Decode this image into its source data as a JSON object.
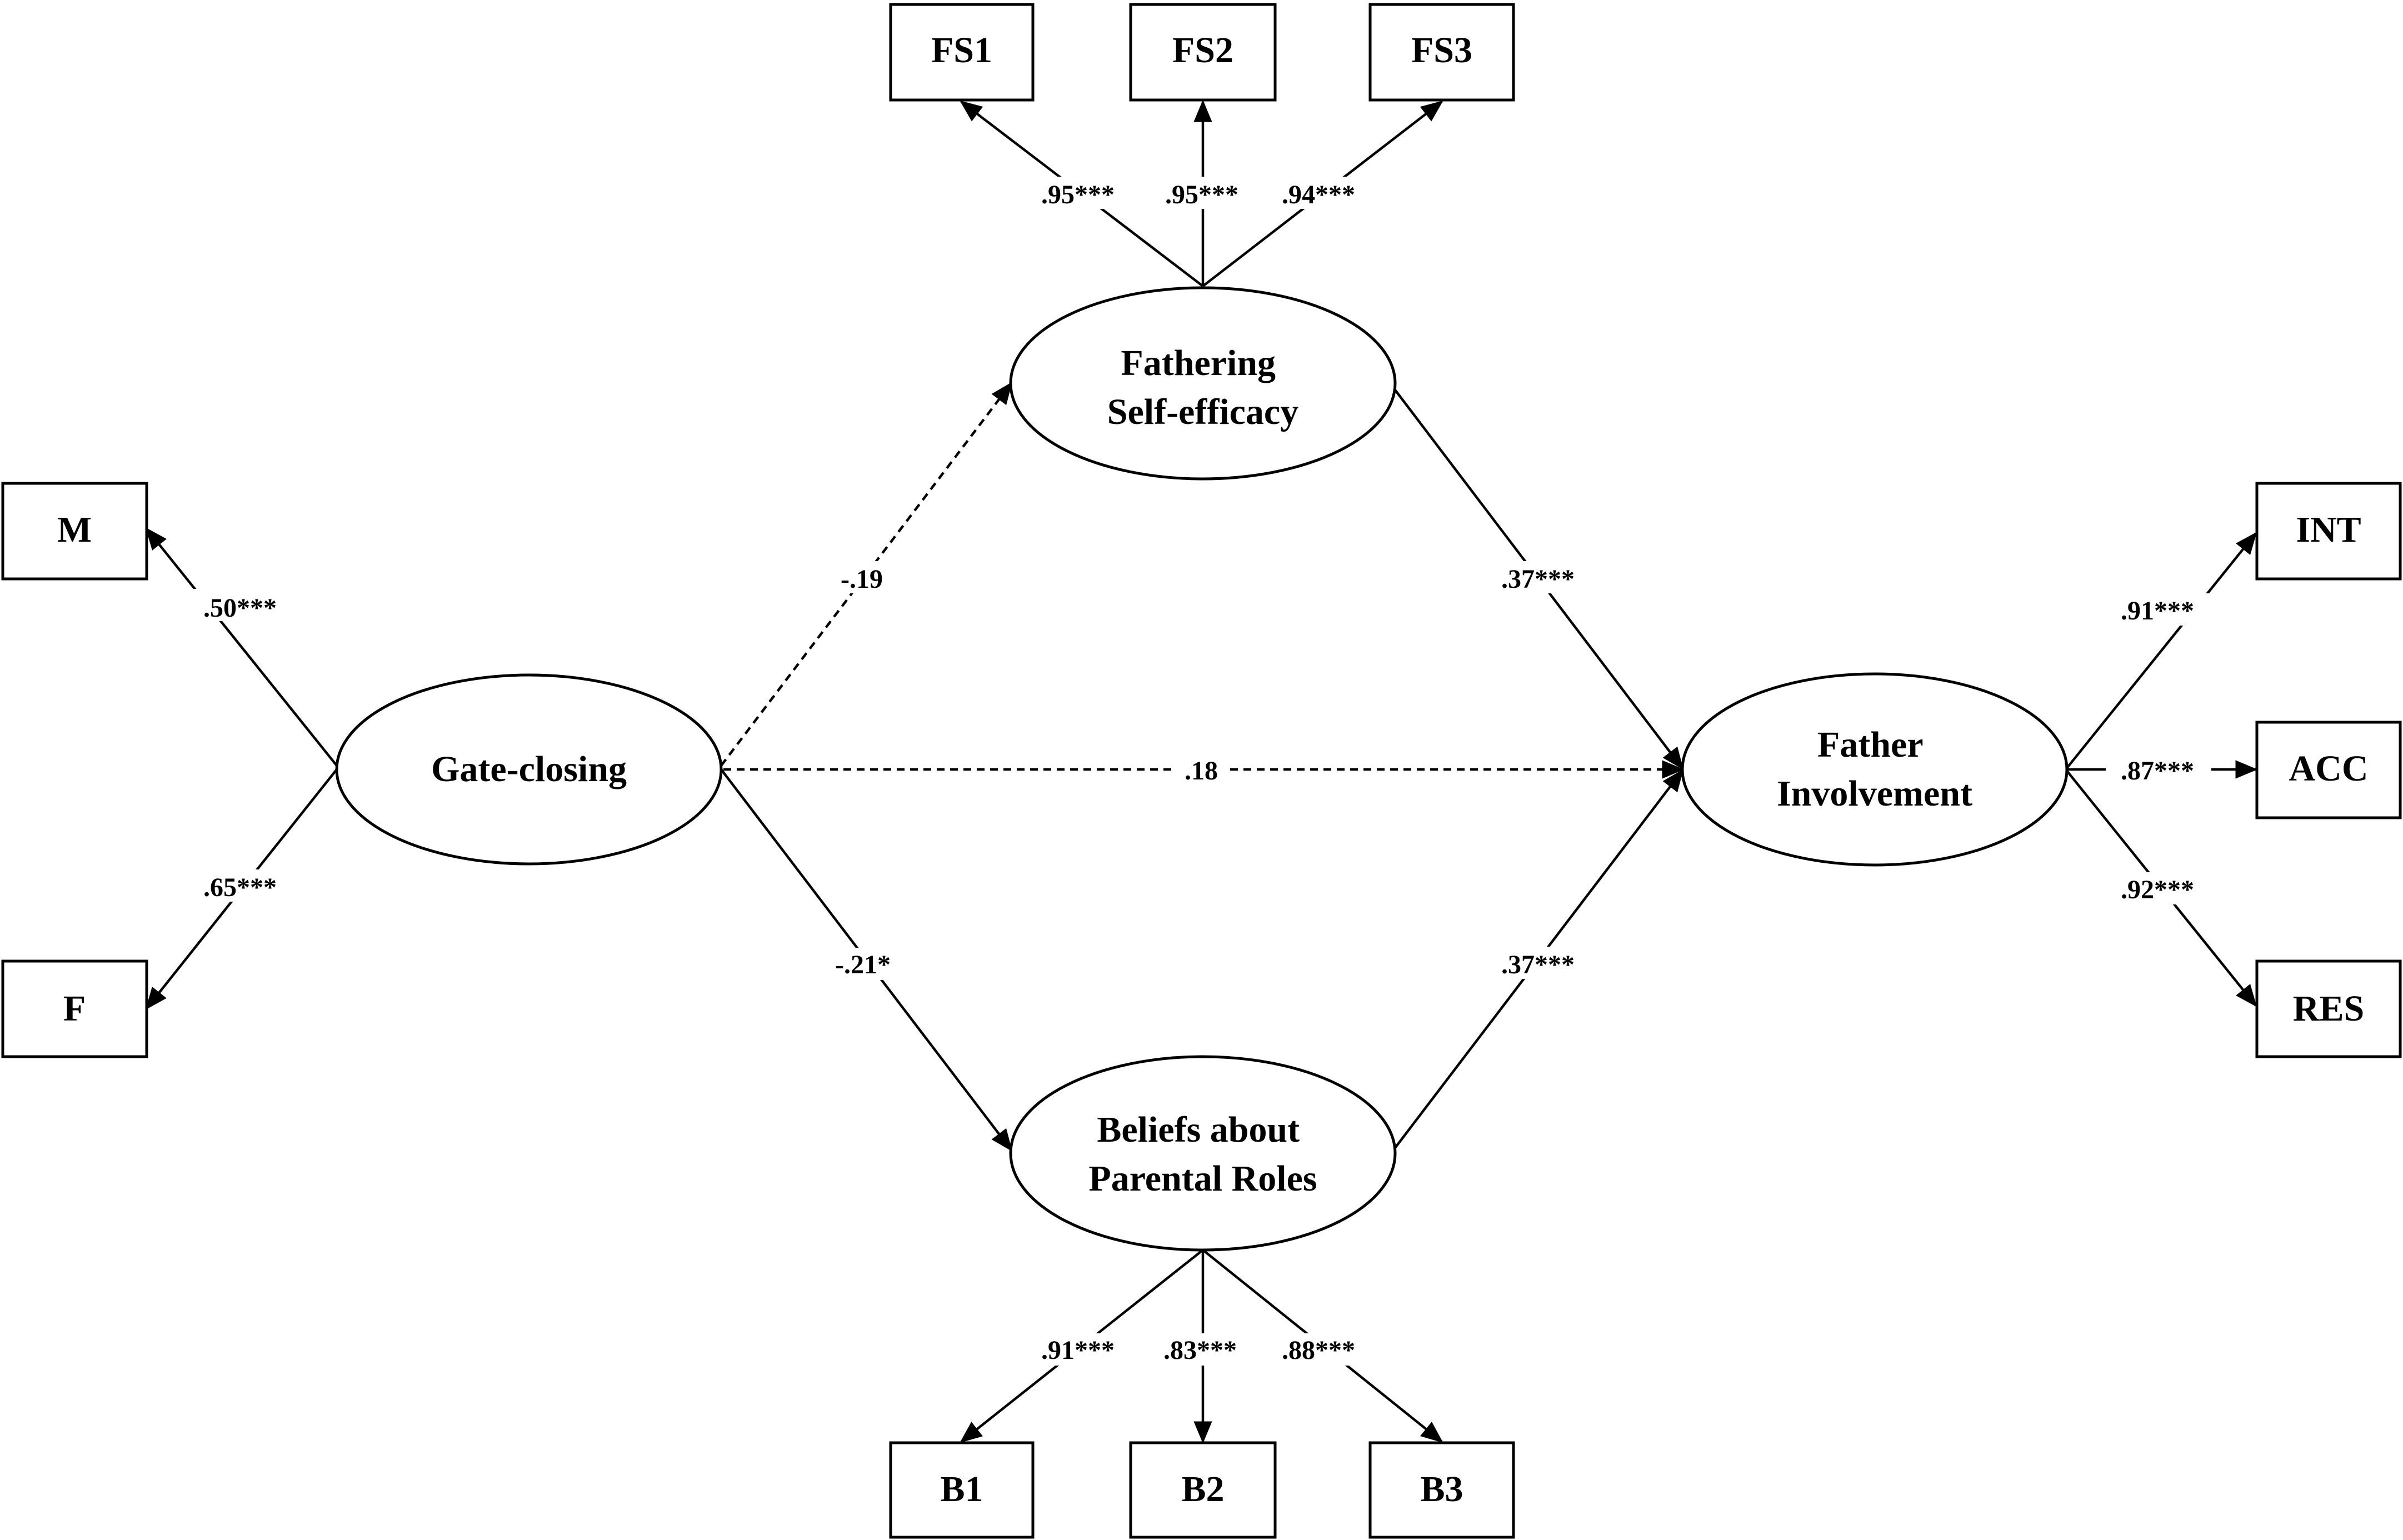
{
  "nodes": {
    "fs1": "FS1",
    "fs2": "FS2",
    "fs3": "FS3",
    "m": "M",
    "f": "F",
    "int": "INT",
    "acc": "ACC",
    "res": "RES",
    "b1": "B1",
    "b2": "B2",
    "b3": "B3",
    "gate_closing": "Gate-closing",
    "fathering_self_efficacy": [
      "Fathering",
      "Self-efficacy"
    ],
    "father_involvement": [
      "Father",
      "Involvement"
    ],
    "beliefs_parental_roles": [
      "Beliefs about",
      "Parental Roles"
    ]
  },
  "edges": {
    "fse_fs1": ".95***",
    "fse_fs2": ".95***",
    "fse_fs3": ".94***",
    "gc_m": ".50***",
    "gc_f": ".65***",
    "gc_fse": "-.19",
    "gc_fi": ".18",
    "gc_bpr": "-.21*",
    "fse_fi": ".37***",
    "bpr_fi": ".37***",
    "fi_int": ".91***",
    "fi_acc": ".87***",
    "fi_res": ".92***",
    "bpr_b1": ".91***",
    "bpr_b2": ".83***",
    "bpr_b3": ".88***"
  }
}
